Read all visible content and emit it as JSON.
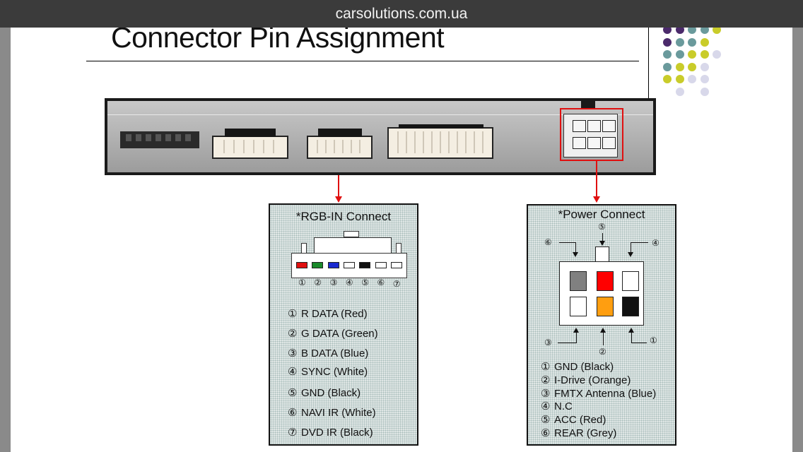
{
  "topbar": {
    "site": "carsolutions.com.ua"
  },
  "slide": {
    "title": "Connector Pin Assignment"
  },
  "colors": {
    "accent_red": "#e01010",
    "dot_purple": "#4b2a6b",
    "dot_teal": "#6a9a9c",
    "dot_lime": "#c9cc2a",
    "dot_lavender": "#d8d8ea"
  },
  "rgb_in": {
    "title": "*RGB-IN Connect",
    "pin_numbers": [
      "①",
      "②",
      "③",
      "④",
      "⑤",
      "⑥",
      "⑦"
    ],
    "pin_colors": [
      "#e01010",
      "#1a8a2a",
      "#1a2ad0",
      "#ffffff",
      "#111111",
      "#ffffff",
      "#ffffff"
    ],
    "pins": [
      {
        "num": "①",
        "label": "R DATA (Red)"
      },
      {
        "num": "②",
        "label": "G DATA (Green)"
      },
      {
        "num": "③",
        "label": "B DATA (Blue)"
      },
      {
        "num": "④",
        "label": "SYNC (White)"
      },
      {
        "num": "⑤",
        "label": "GND (Black)"
      },
      {
        "num": "⑥",
        "label": "NAVI IR (White)"
      },
      {
        "num": "⑦",
        "label": "DVD IR (Black)"
      }
    ]
  },
  "power": {
    "title": "*Power Connect",
    "callouts": {
      "p1": "①",
      "p2": "②",
      "p3": "③",
      "p4": "④",
      "p5": "⑤",
      "p6": "⑥"
    },
    "top_row_colors": [
      "#808080",
      "#ff0000",
      "#ffffff"
    ],
    "bottom_row_colors": [
      "#ffffff",
      "#ff9e10",
      "#111111"
    ],
    "pins": [
      {
        "num": "①",
        "label": "GND (Black)"
      },
      {
        "num": "②",
        "label": "I-Drive (Orange)"
      },
      {
        "num": "③",
        "label": "FMTX Antenna (Blue)"
      },
      {
        "num": "④",
        "label": "N.C"
      },
      {
        "num": "⑤",
        "label": "ACC (Red)"
      },
      {
        "num": "⑥",
        "label": "REAR (Grey)"
      }
    ]
  }
}
